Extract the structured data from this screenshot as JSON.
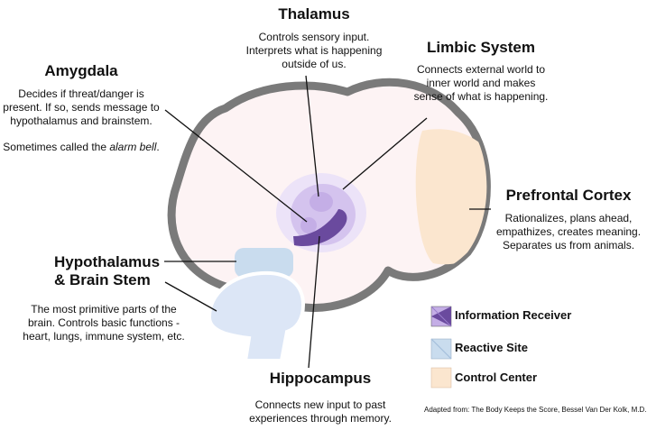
{
  "labels": {
    "thalamus": {
      "title": "Thalamus",
      "description": [
        "Controls sensory input.",
        "Interprets what is happening",
        "outside of us."
      ]
    },
    "limbic": {
      "title": "Limbic System",
      "description": [
        "Connects external world to",
        "inner world and makes",
        "sense of what is happening."
      ]
    },
    "amygdala": {
      "title": "Amygdala",
      "description": [
        "Decides if threat/danger is",
        "present. If so, sends message to",
        "hypothalamus and brainstem."
      ],
      "note_prefix": "Sometimes called the ",
      "note_emphasis": "alarm bell",
      "note_suffix": "."
    },
    "prefrontal": {
      "title": "Prefrontal Cortex",
      "description": [
        "Rationalizes, plans ahead,",
        "empathizes, creates meaning.",
        "Separates us from animals."
      ]
    },
    "hypothalamus": {
      "title_lines": [
        "Hypothalamus",
        "& Brain Stem"
      ],
      "description": [
        "The most primitive parts of the",
        "brain. Controls basic functions -",
        "heart, lungs, immune system, etc."
      ]
    },
    "hippocampus": {
      "title": "Hippocampus",
      "description": [
        "Connects new input to past",
        "experiences through memory."
      ]
    }
  },
  "legend": [
    {
      "label": "Information Receiver",
      "color": "#7a55b0"
    },
    {
      "label": "Reactive Site",
      "color": "#c9dcee"
    },
    {
      "label": "Control Center",
      "color": "#fbe6cf"
    }
  ],
  "credit": "Adapted from: The Body Keeps the Score, Bessel Van Der Kolk, M.D.",
  "colors": {
    "brain_fill": "#fdf3f4",
    "brain_outline": "#7a7a7a",
    "prefrontal": "#fbe6cf",
    "reactive": "#c9dcee",
    "limbic_halo": "#ece3f8",
    "limbic_inner": "#d4c3ee",
    "thalamus": "#c4aee6",
    "hippocampus": "#6a4a9e"
  }
}
